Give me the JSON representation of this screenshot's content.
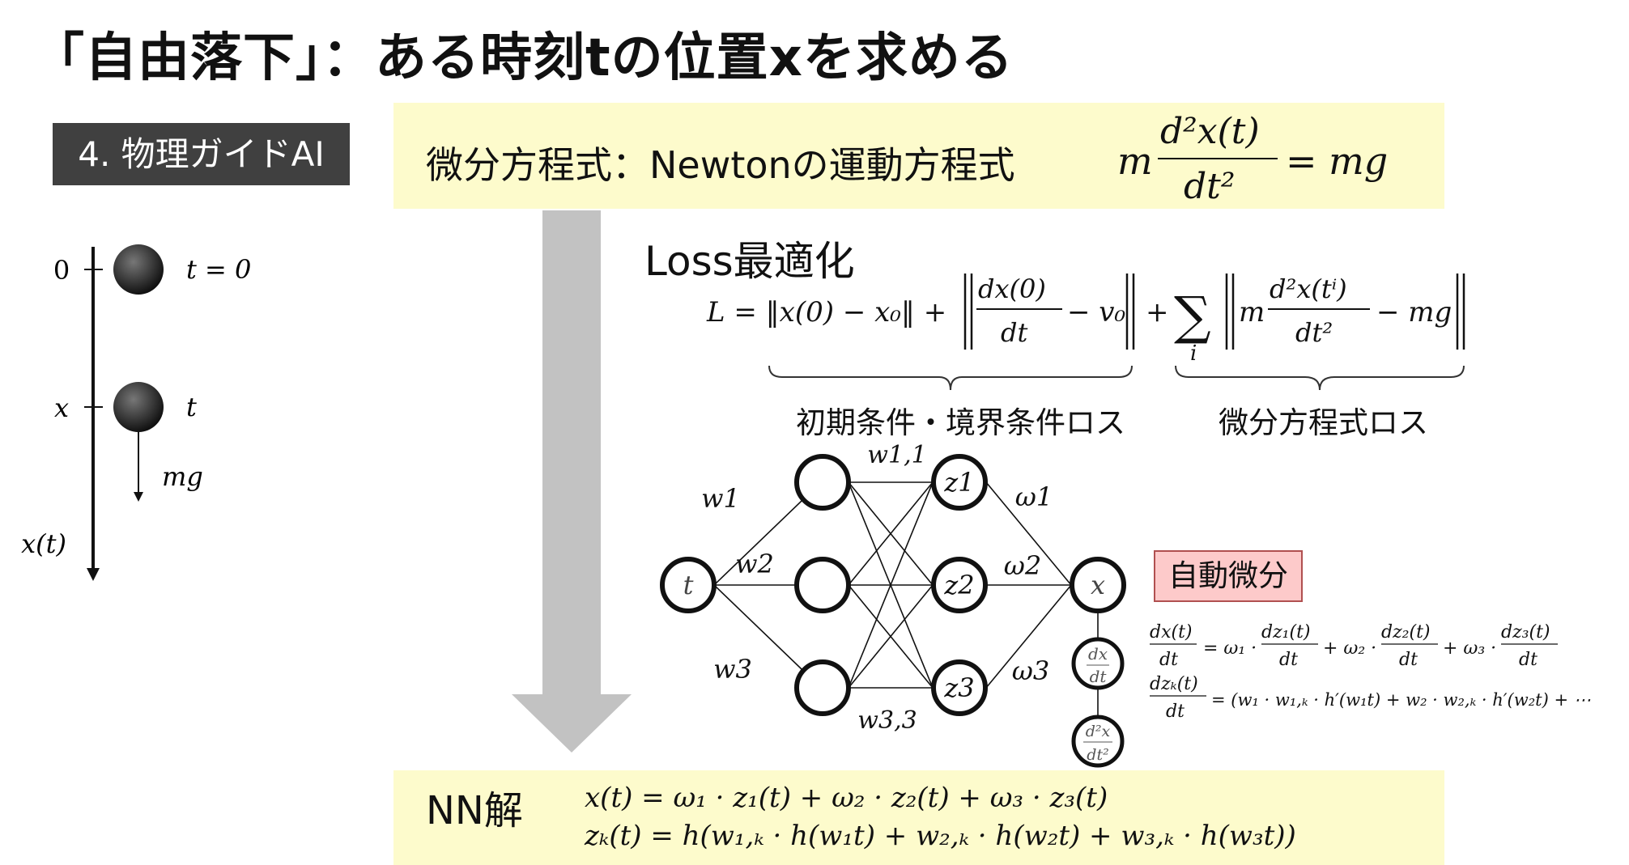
{
  "title": "「自由落下」：ある時刻tの位置xを求める",
  "badge": "4. 物理ガイドAI",
  "ode_label": "微分方程式：Newtonの運動方程式",
  "loss_title": "Loss最適化",
  "init_loss_label": "初期条件・境界条件ロス",
  "ode_loss_label": "微分方程式ロス",
  "autodiff_label": "自動微分",
  "nn_label": "NN解",
  "fall": {
    "tick_0": "0",
    "tick_x": "x",
    "axis": "x(t)",
    "t0": "t = 0",
    "t": "t",
    "force": "mg"
  },
  "nn": {
    "input": "t",
    "output": "x",
    "hidden": [
      "z1",
      "z2",
      "z3"
    ],
    "w_in": [
      "w1",
      "w2",
      "w3"
    ],
    "w_hidden": [
      "w1,1",
      "w3,3"
    ],
    "w_out": [
      "ω1",
      "ω2",
      "ω3"
    ]
  },
  "colors": {
    "box_yellow": "#fdfbcc",
    "badge_bg": "#404040",
    "autodiff_bg": "#fdcaca",
    "arrow_gray": "#c2c2c2"
  }
}
